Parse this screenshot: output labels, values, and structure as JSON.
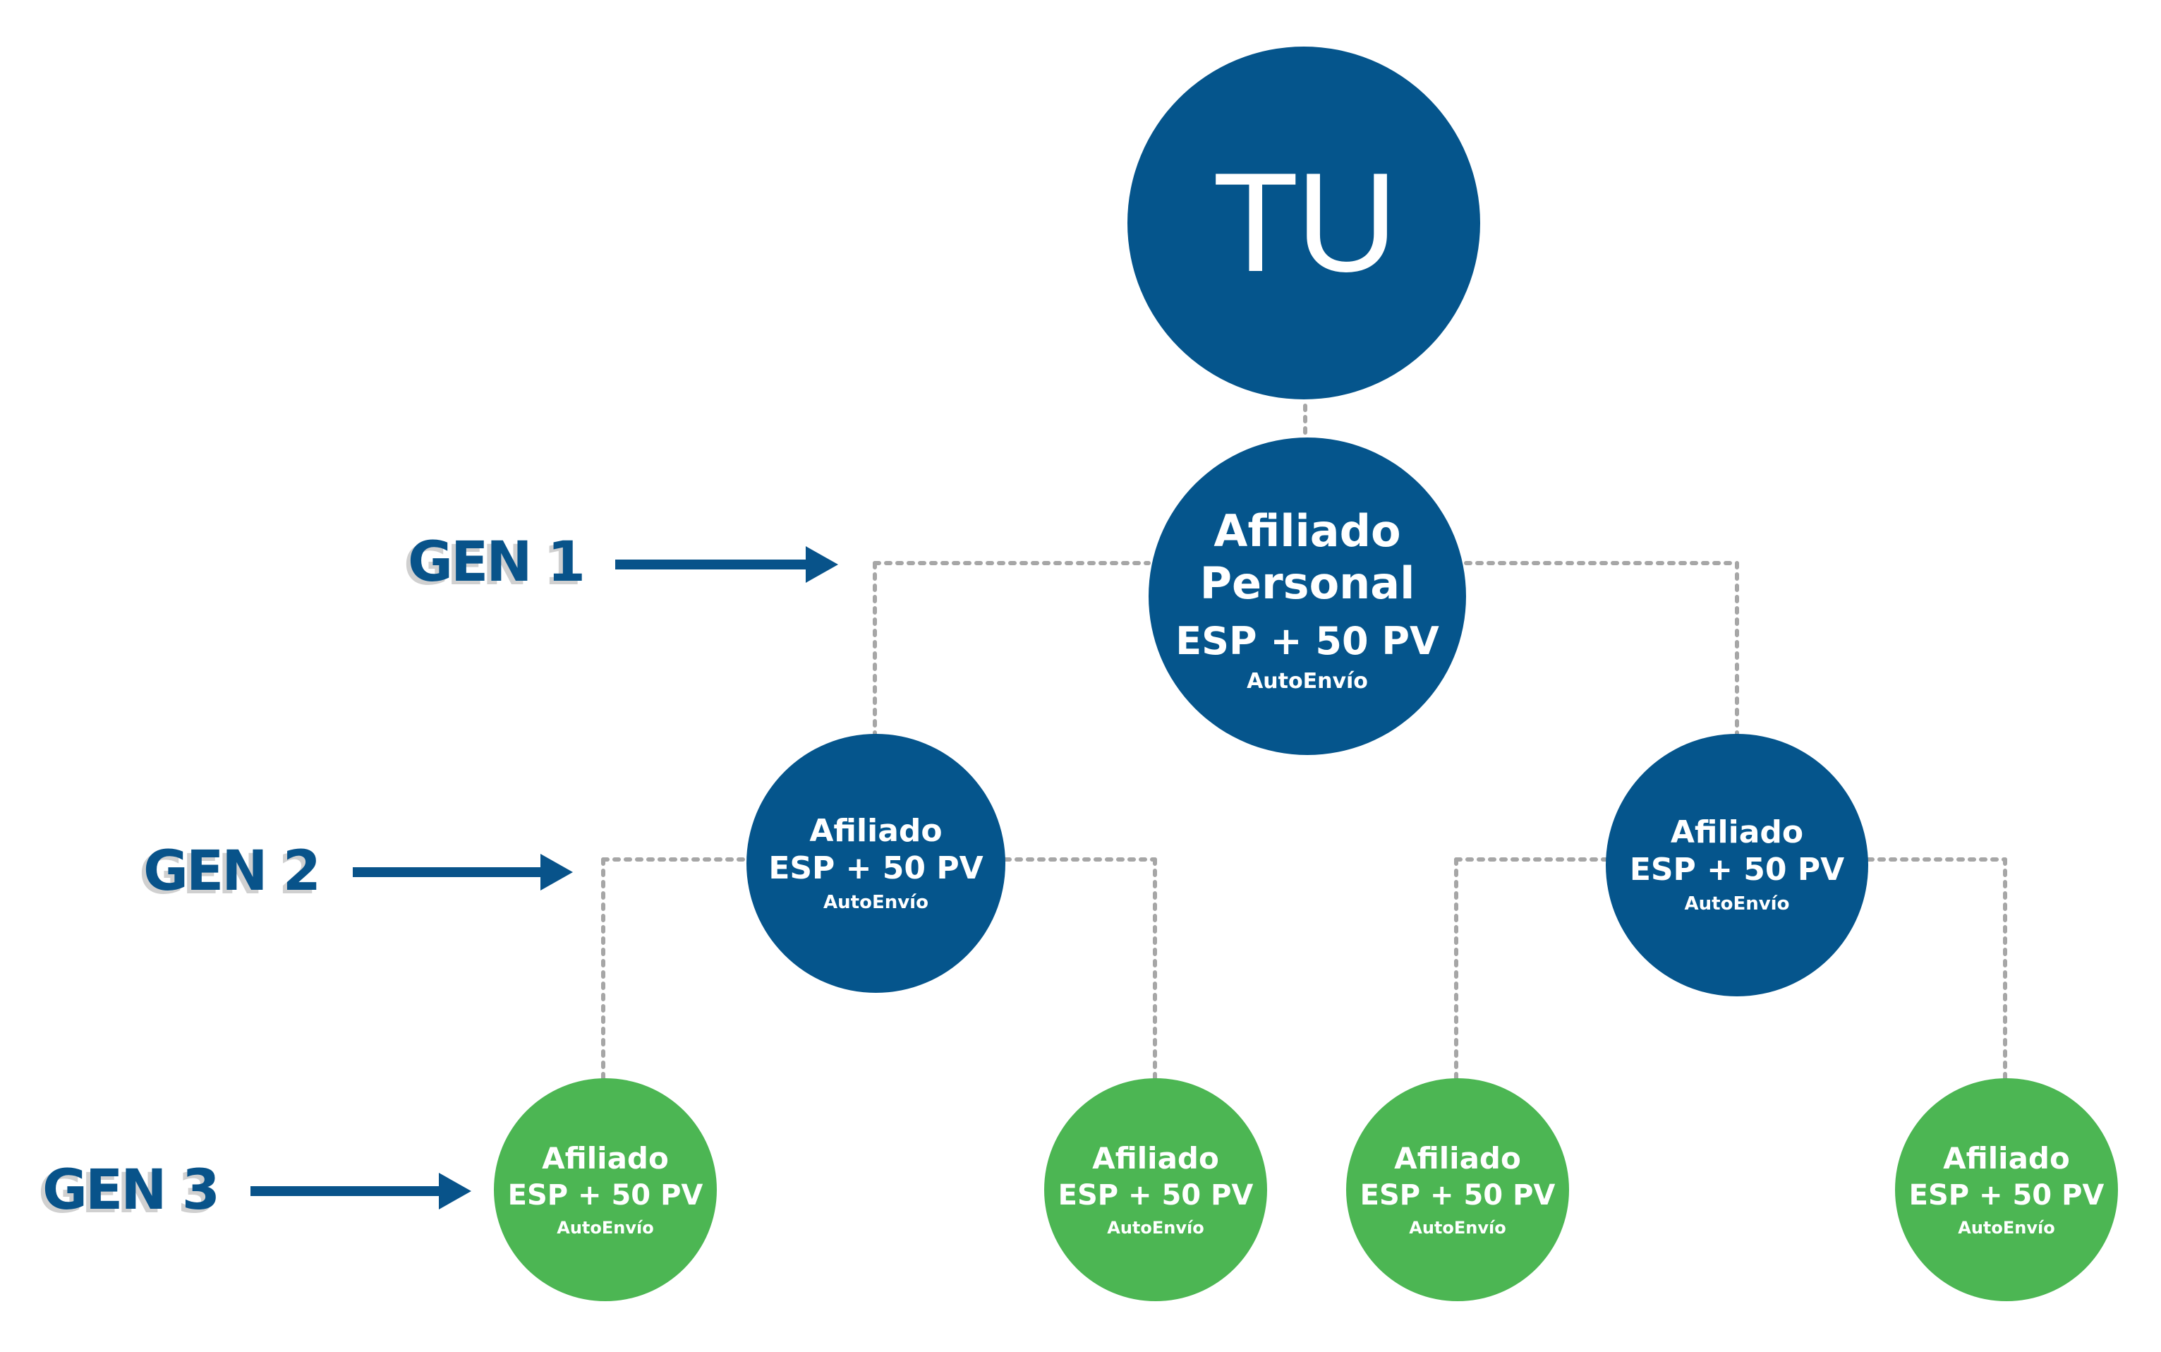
{
  "root": {
    "label": "TU"
  },
  "gen1": {
    "title_line1": "Afiliado",
    "title_line2": "Personal",
    "pv": "ESP + 50 PV",
    "shipping": "AutoEnvío"
  },
  "gen2": [
    {
      "title": "Afiliado",
      "pv": "ESP + 50 PV",
      "shipping": "AutoEnvío"
    },
    {
      "title": "Afiliado",
      "pv": "ESP + 50 PV",
      "shipping": "AutoEnvío"
    }
  ],
  "gen3": [
    {
      "title": "Afiliado",
      "pv": "ESP + 50 PV",
      "shipping": "AutoEnvío"
    },
    {
      "title": "Afiliado",
      "pv": "ESP + 50 PV",
      "shipping": "AutoEnvío"
    },
    {
      "title": "Afiliado",
      "pv": "ESP + 50 PV",
      "shipping": "AutoEnvío"
    },
    {
      "title": "Afiliado",
      "pv": "ESP + 50 PV",
      "shipping": "AutoEnvío"
    }
  ],
  "generation_labels": [
    "GEN 1",
    "GEN 2",
    "GEN 3"
  ],
  "colors": {
    "upline_node": "#05558c",
    "downline_node": "#4cb653",
    "label_text": "#08538a",
    "connector": "#a6a6a6"
  }
}
